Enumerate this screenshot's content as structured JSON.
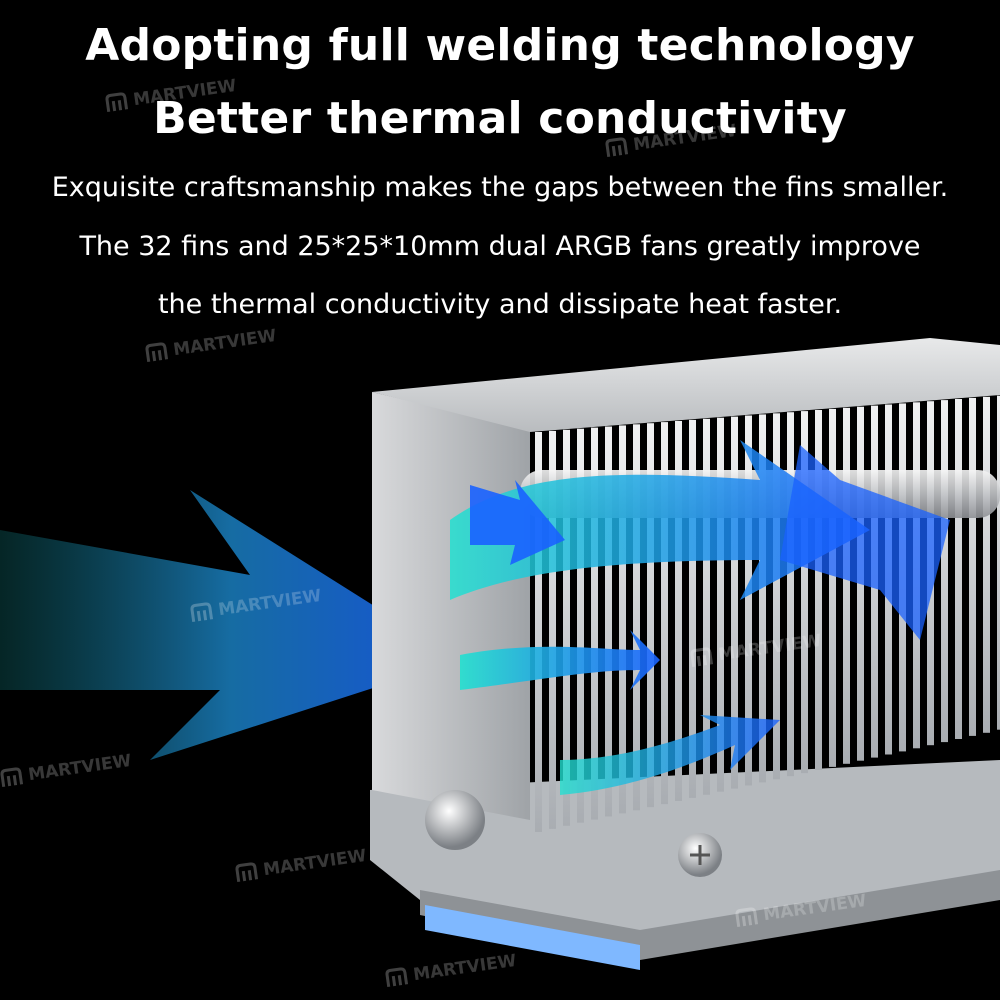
{
  "headline": {
    "line1": "Adopting full welding technology",
    "line2": "Better thermal conductivity"
  },
  "description": {
    "line1": "Exquisite craftsmanship makes the gaps between the fins smaller.",
    "line2": "The 32 fins and 25*25*10mm dual ARGB fans greatly improve",
    "line3": "the thermal conductivity and dissipate heat faster."
  },
  "watermark": {
    "text": "MARTVIEW",
    "icon": "m-logo-icon"
  },
  "illustration": {
    "subject": "heatsink-with-airflow-arrows",
    "colors": {
      "arrow": "#1a6dff",
      "arrow_glow": "#22e0d0",
      "metal": "#c9ccd0",
      "pad": "#7fb8ff"
    }
  }
}
